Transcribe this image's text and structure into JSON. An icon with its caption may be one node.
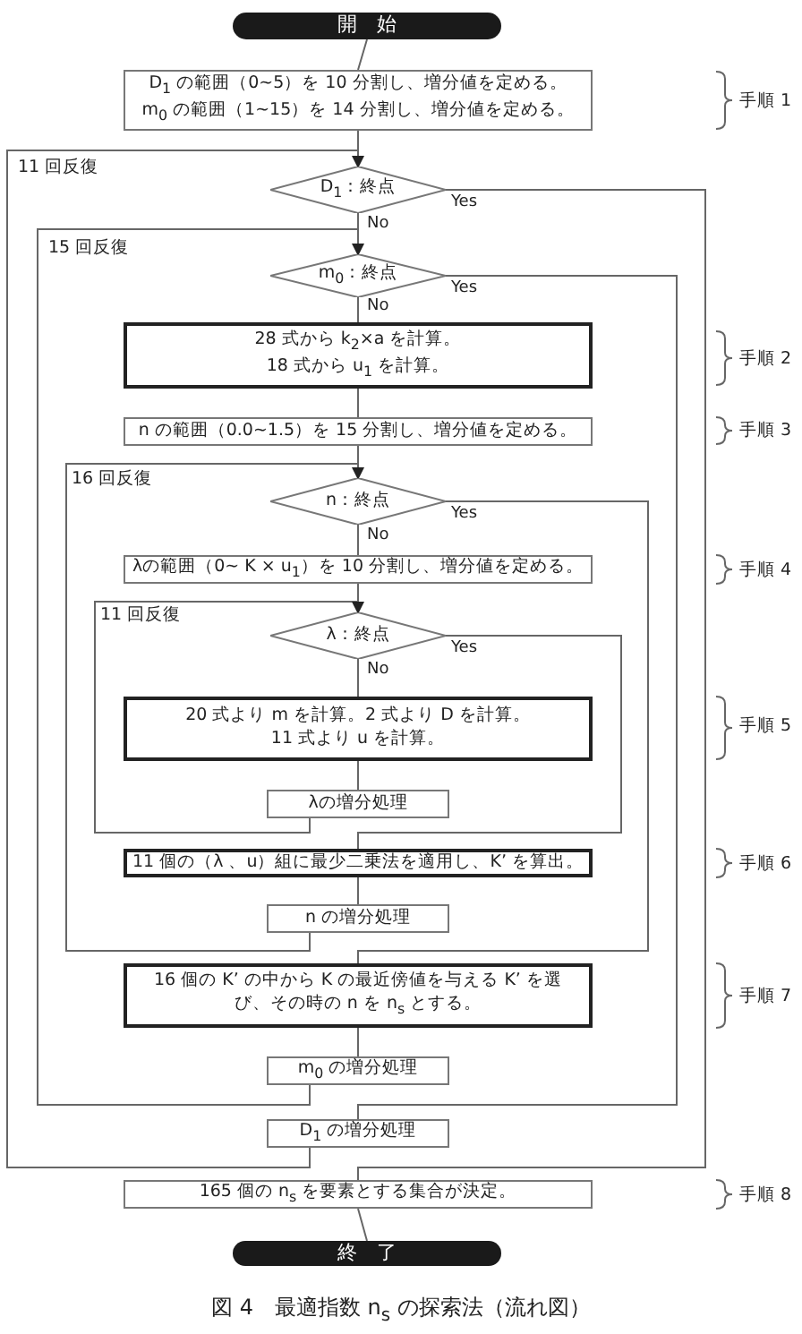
{
  "diagram": {
    "caption": "図 4　最適指数 n$_{s}$ の探索法（流れ図）",
    "nodes": [
      {
        "text": [
          "開　始"
        ]
      },
      {
        "text": [
          "D$_{1}$ の範囲（0~5）を 10 分割し、増分値を定める。",
          "m$_{0}$ の範囲（1~15）を 14 分割し、増分値を定める。"
        ]
      },
      {
        "text": [
          "D$_{1}$：終点"
        ]
      },
      {
        "text": [
          "m$_{0}$：終点"
        ]
      },
      {
        "text": [
          "28 式から k$_{2}$×a を計算。",
          "18 式から u$_{1}$ を計算。"
        ]
      },
      {
        "text": [
          "n の範囲（0.0~1.5）を 15 分割し、増分値を定める。"
        ]
      },
      {
        "text": [
          "n：終点"
        ]
      },
      {
        "text": [
          "λの範囲（0~ K × u$_{1}$）を 10 分割し、増分値を定める。"
        ]
      },
      {
        "text": [
          "λ：終点"
        ]
      },
      {
        "text": [
          "20 式より m を計算。2 式より D を計算。",
          "11 式より u を計算。"
        ]
      },
      {
        "text": [
          "λの増分処理"
        ]
      },
      {
        "text": [
          "11 個の（λ 、u）組に最少二乗法を適用し、K’ を算出。"
        ]
      },
      {
        "text": [
          "n の増分処理"
        ]
      },
      {
        "text": [
          "16 個の K’ の中から K の最近傍値を与える K’ を選び、その時の n を n$_{s}$ とする。"
        ]
      },
      {
        "text": [
          "m$_{0}$ の増分処理"
        ]
      },
      {
        "text": [
          "D$_{1}$ の増分処理"
        ]
      },
      {
        "text": [
          "165 個の n$_{s}$ を要素とする集合が決定。"
        ]
      },
      {
        "text": [
          "終　了"
        ]
      }
    ],
    "edges": [
      {
        "from": 0,
        "to": 1,
        "arrow": "none"
      },
      {
        "from": 1,
        "to": 2,
        "arrow": "none"
      },
      {
        "from": 2,
        "to": 3,
        "arrow": "none",
        "label": "No"
      },
      {
        "from": 3,
        "to": 4,
        "arrow": "none",
        "label": "No"
      },
      {
        "from": 4,
        "to": 5,
        "arrow": "none"
      },
      {
        "from": 5,
        "to": 6,
        "arrow": "none"
      },
      {
        "from": 6,
        "to": 7,
        "arrow": "none",
        "label": "No"
      },
      {
        "from": 7,
        "to": 8,
        "arrow": "none"
      },
      {
        "from": 8,
        "to": 9,
        "arrow": "none",
        "label": "No"
      },
      {
        "from": 9,
        "to": 10,
        "arrow": "none"
      },
      {
        "from": 10,
        "to": 8,
        "arrow": "to"
      },
      {
        "from": 8,
        "to": 11,
        "arrow": "none",
        "label": "Yes"
      },
      {
        "from": 11,
        "to": 12,
        "arrow": "none"
      },
      {
        "from": 12,
        "to": 6,
        "arrow": "to"
      },
      {
        "from": 6,
        "to": 13,
        "arrow": "none",
        "label": "Yes"
      },
      {
        "from": 13,
        "to": 14,
        "arrow": "none"
      },
      {
        "from": 14,
        "to": 3,
        "arrow": "to"
      },
      {
        "from": 3,
        "to": 15,
        "arrow": "none",
        "label": "Yes"
      },
      {
        "from": 15,
        "to": 2,
        "arrow": "to"
      },
      {
        "from": 2,
        "to": 16,
        "arrow": "none",
        "label": "Yes"
      },
      {
        "from": 16,
        "to": 17,
        "arrow": "none"
      }
    ],
    "labels": [
      "手順 1",
      "11 回反復",
      "15 回反復",
      "手順 2",
      "手順 3",
      "16 回反復",
      "手順 4",
      "11 回反復",
      "手順 5",
      "手順 6",
      "手順 7",
      "手順 8"
    ]
  }
}
